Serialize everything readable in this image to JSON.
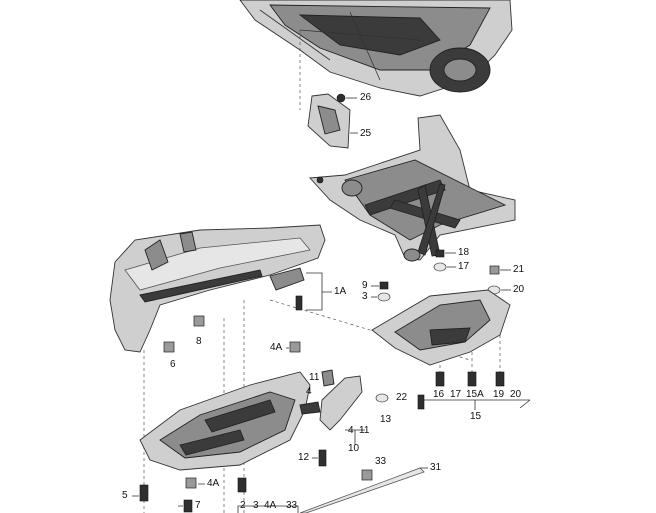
{
  "callouts": {
    "c26": "26",
    "c25": "25",
    "c18": "18",
    "c17": "17",
    "c21": "21",
    "c20": "20",
    "c9": "9",
    "c3": "3",
    "c1A": "1A",
    "c8": "8",
    "c6": "6",
    "c4A": "4A",
    "c11": "11",
    "c22": "22",
    "c16": "16",
    "c17b": "17",
    "c15A": "15A",
    "c19": "19",
    "c20b": "20",
    "c15": "15",
    "c13": "13",
    "c4": "4",
    "c4b": "4",
    "c11b": "11",
    "c10": "10",
    "c12": "12",
    "c33": "33",
    "c31": "31",
    "c5": "5",
    "c4Ab": "4A",
    "c7": "7",
    "c2": "2",
    "c3b": "3",
    "c4Ac": "4A",
    "c33b": "33"
  }
}
